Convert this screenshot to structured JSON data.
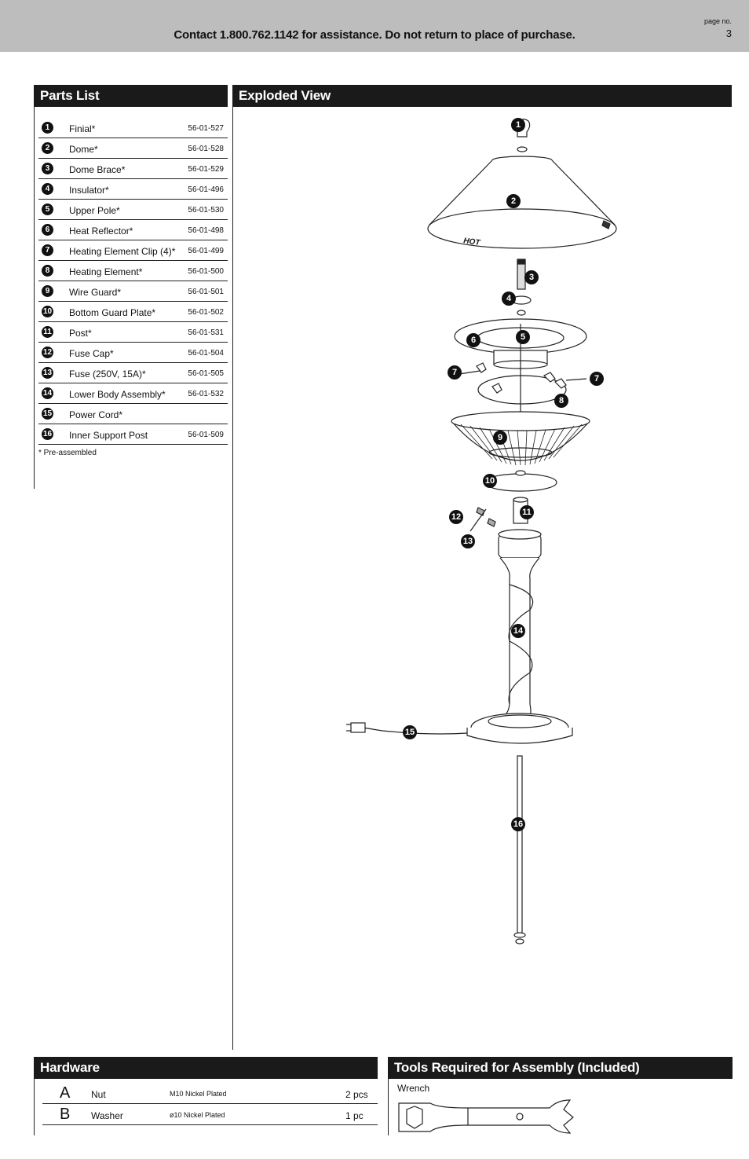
{
  "header": {
    "contact": "Contact 1.800.762.1142 for assistance. Do not return to place of purchase.",
    "page_label": "page no.",
    "page_number": "3"
  },
  "parts_list": {
    "title": "Parts List",
    "items": [
      {
        "num": "1",
        "name": "Finial*",
        "code": "56-01-527"
      },
      {
        "num": "2",
        "name": "Dome*",
        "code": "56-01-528"
      },
      {
        "num": "3",
        "name": "Dome Brace*",
        "code": "56-01-529"
      },
      {
        "num": "4",
        "name": "Insulator*",
        "code": "56-01-496"
      },
      {
        "num": "5",
        "name": "Upper Pole*",
        "code": "56-01-530"
      },
      {
        "num": "6",
        "name": "Heat Reflector*",
        "code": "56-01-498"
      },
      {
        "num": "7",
        "name": "Heating Element Clip (4)*",
        "code": "56-01-499"
      },
      {
        "num": "8",
        "name": "Heating Element*",
        "code": "56-01-500"
      },
      {
        "num": "9",
        "name": "Wire Guard*",
        "code": "56-01-501"
      },
      {
        "num": "10",
        "name": "Bottom Guard Plate*",
        "code": "56-01-502"
      },
      {
        "num": "11",
        "name": "Post*",
        "code": "56-01-531"
      },
      {
        "num": "12",
        "name": "Fuse Cap*",
        "code": "56-01-504"
      },
      {
        "num": "13",
        "name": "Fuse (250V, 15A)*",
        "code": "56-01-505"
      },
      {
        "num": "14",
        "name": "Lower Body Assembly*",
        "code": "56-01-532"
      },
      {
        "num": "15",
        "name": "Power Cord*",
        "code": ""
      },
      {
        "num": "16",
        "name": "Inner Support Post",
        "code": "56-01-509"
      }
    ],
    "note": "* Pre-assembled"
  },
  "exploded_view": {
    "title": "Exploded View",
    "dome_label": "HOT",
    "callouts": [
      "1",
      "2",
      "3",
      "4",
      "5",
      "6",
      "7",
      "7",
      "8",
      "9",
      "10",
      "11",
      "12",
      "13",
      "14",
      "15",
      "16"
    ]
  },
  "hardware": {
    "title": "Hardware",
    "items": [
      {
        "letter": "A",
        "name": "Nut",
        "desc": "M10 Nickel Plated",
        "qty": "2 pcs"
      },
      {
        "letter": "B",
        "name": "Washer",
        "desc": "ø10 Nickel Plated",
        "qty": "1 pc"
      }
    ]
  },
  "tools": {
    "title": "Tools Required for Assembly (Included)",
    "item": "Wrench",
    "icon": "wrench-icon"
  }
}
